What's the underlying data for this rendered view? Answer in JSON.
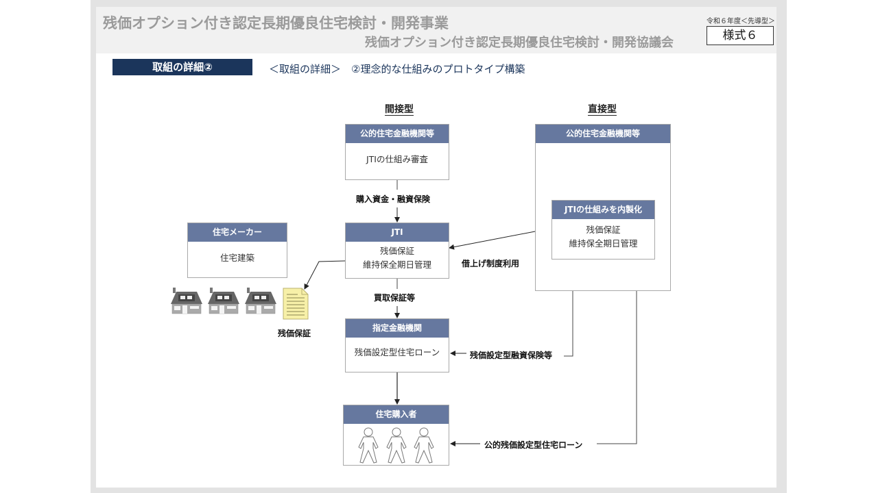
{
  "header": {
    "title": "残価オプション付き認定長期優良住宅検討・開発事業",
    "subtitle": "残価オプション付き認定長期優良住宅検討・開発協議会",
    "fiscal_year": "令和６年度＜先導型＞",
    "form_number": "様式６"
  },
  "section": {
    "tag": "取組の詳細②",
    "title": "＜取組の詳細＞　②理念的な仕組みのプロトタイプ構築"
  },
  "diagram": {
    "columns": {
      "indirect": "間接型",
      "direct": "直接型"
    },
    "nodes": {
      "public_finance_indirect": {
        "header": "公的住宅金融機関等",
        "body": [
          "JTIの仕組み審査"
        ]
      },
      "jti": {
        "header": "JTI",
        "body": [
          "残価保証",
          "維持保全期日管理"
        ]
      },
      "house_maker": {
        "header": "住宅メーカー",
        "body": [
          "住宅建築"
        ]
      },
      "designated_bank": {
        "header": "指定金融機関",
        "body": [
          "残価設定型住宅ローン"
        ]
      },
      "home_buyer": {
        "header": "住宅購入者",
        "body": []
      },
      "public_finance_direct": {
        "header": "公的住宅金融機関等",
        "body": []
      },
      "jti_internalized": {
        "header": "JTIの仕組みを内製化",
        "body": [
          "残価保証",
          "維持保全期日管理"
        ]
      }
    },
    "edge_labels": {
      "purchase_funds": "購入資金・融資保険",
      "lease_system": "借上げ制度利用",
      "buyback_guarantee": "買取保証等",
      "residual_guarantee_doc": "残価保証",
      "residual_loan_insurance": "残価設定型融資保険等",
      "public_residual_loan": "公的残価設定型住宅ローン"
    },
    "icons": {
      "houses": 3,
      "persons": 3,
      "document": "residual-value-guarantee-document"
    },
    "colors": {
      "box_header": "#66789f",
      "section_tag": "#1b355b",
      "document_fill": "#f7f0a8"
    }
  }
}
